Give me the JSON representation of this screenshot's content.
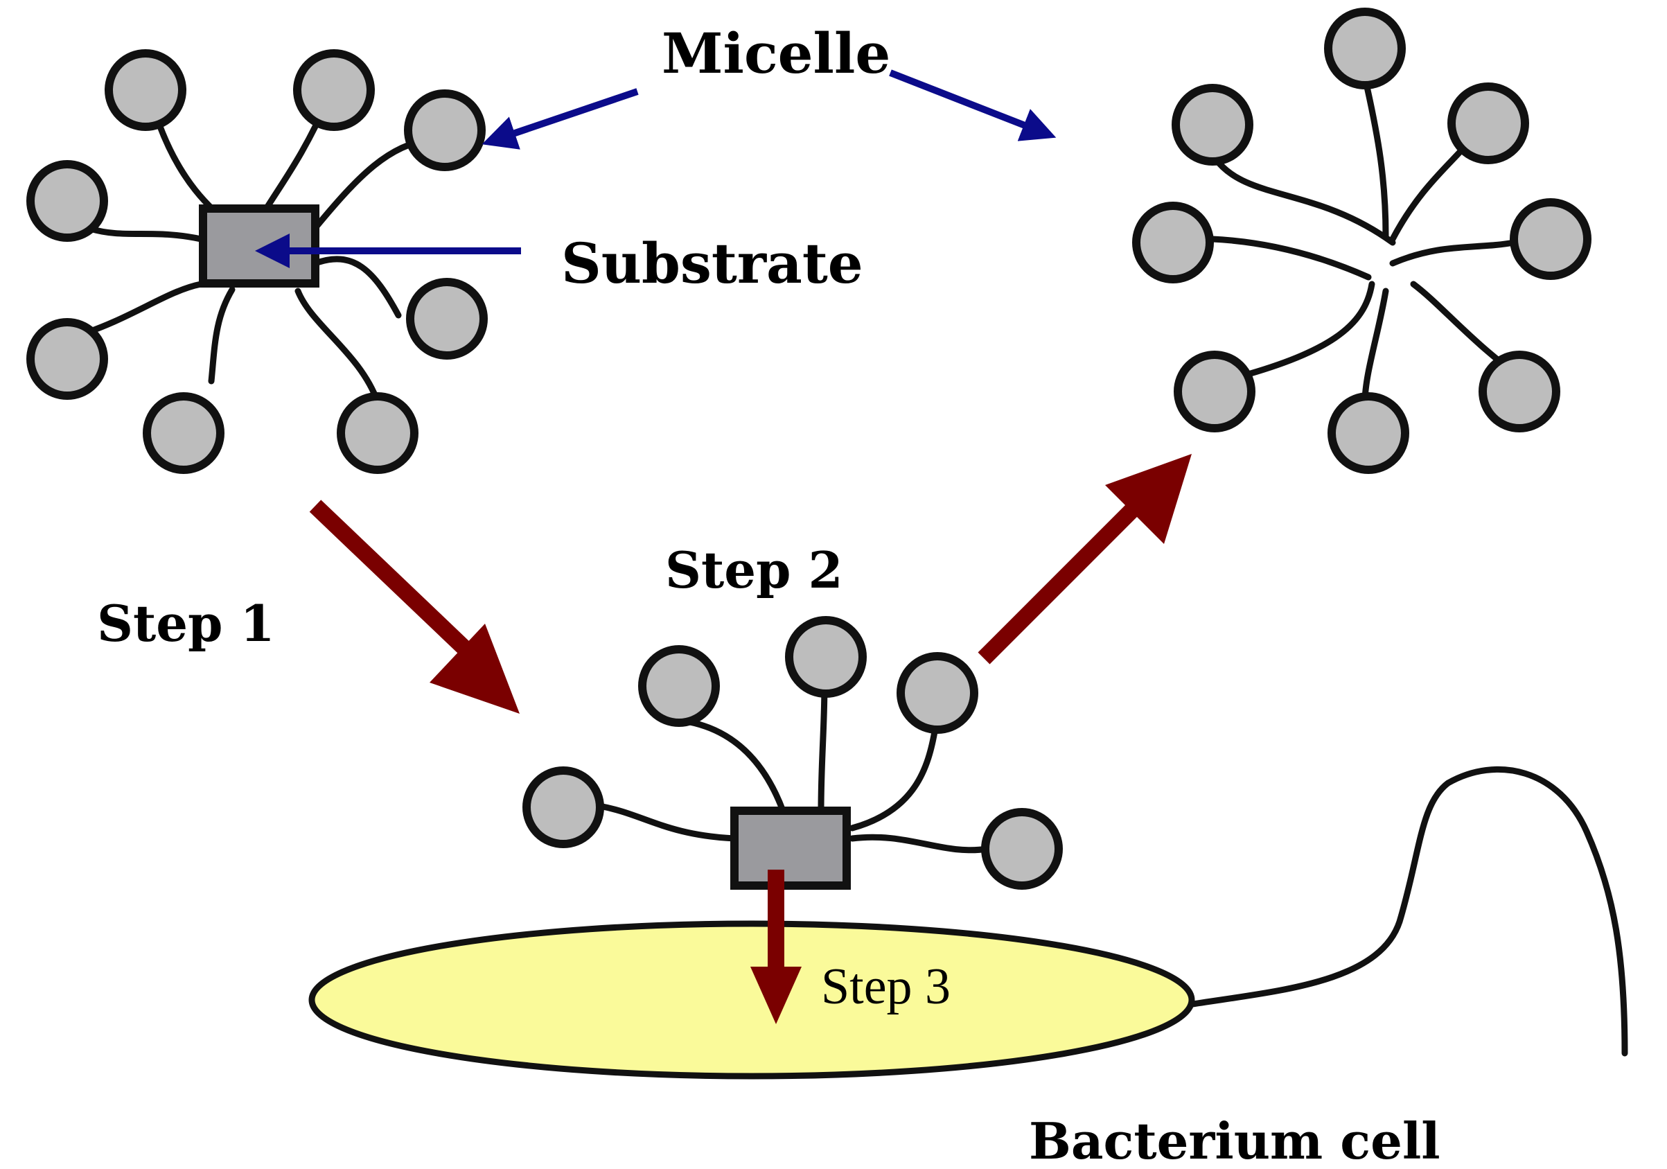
{
  "labels": {
    "micelle": "Micelle",
    "substrate": "Substrate",
    "step1": "Step 1",
    "step2": "Step 2",
    "step3": "Step 3",
    "bacterium": "Bacterium cell"
  },
  "colors": {
    "surfactant_head": "#bdbdbd",
    "substrate_block": "#9a9a9e",
    "outline": "#111111",
    "cell_fill": "#fafa9a",
    "process_arrow": "#7a0000",
    "pointer_arrow": "#0b0b8a"
  }
}
